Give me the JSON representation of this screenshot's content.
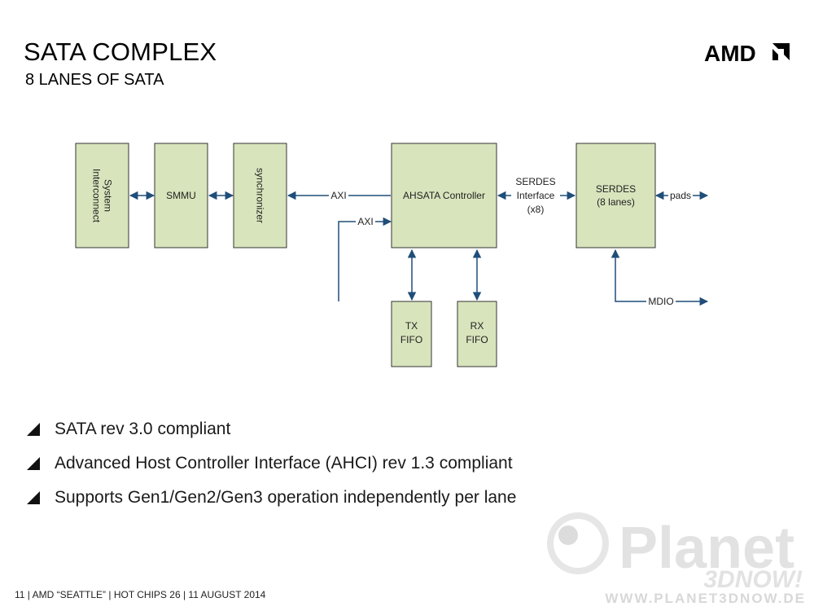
{
  "header": {
    "title": "SATA COMPLEX",
    "subtitle": "8 LANES OF SATA",
    "logo_text": "AMD"
  },
  "diagram": {
    "blocks": {
      "system_interconnect": [
        "System",
        "Interconnect"
      ],
      "smmu": "SMMU",
      "synchronizer": "synchronizer",
      "ahsata": "AHSATA Controller",
      "serdes": [
        "SERDES",
        "(8 lanes)"
      ],
      "tx_fifo": [
        "TX",
        "FIFO"
      ],
      "rx_fifo": [
        "RX",
        "FIFO"
      ]
    },
    "labels": {
      "axi_top": "AXI",
      "axi_bottom": "AXI",
      "serdes_interface": [
        "SERDES",
        "Interface",
        "(x8)"
      ],
      "pads": "pads",
      "mdio": "MDIO"
    },
    "colors": {
      "block_fill": "#d8e4bc",
      "stroke": "#1f4e79"
    }
  },
  "bullets": [
    "SATA rev 3.0 compliant",
    "Advanced Host Controller Interface (AHCI) rev 1.3 compliant",
    "Supports Gen1/Gen2/Gen3 operation independently per lane"
  ],
  "footer": "11  |  AMD “SEATTLE” | HOT CHIPS 26 | 11 AUGUST 2014",
  "watermark": {
    "brand": "Planet",
    "brand_sub": "3DNOW!",
    "url": "WWW.PLANET3DNOW.DE"
  }
}
